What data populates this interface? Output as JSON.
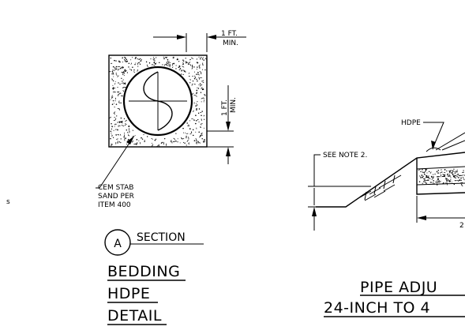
{
  "left_detail": {
    "dimension_top": {
      "value": "1 FT.",
      "note": "MIN."
    },
    "dimension_side": {
      "value": "1 FT.",
      "note": "MIN."
    },
    "callout_lines": [
      "CEM STAB",
      "SAND PER",
      "ITEM 400"
    ],
    "section_marker": "A",
    "section_label": "SECTION",
    "title_lines": [
      "BEDDING",
      "HDPE",
      "DETAIL"
    ]
  },
  "right_detail": {
    "pipe_label": "HDPE",
    "note_label": "SEE NOTE 2.",
    "dim_fragment": "2",
    "title_lines": [
      "PIPE ADJU",
      "24-INCH TO 4"
    ]
  },
  "left_margin_fragment": "s"
}
